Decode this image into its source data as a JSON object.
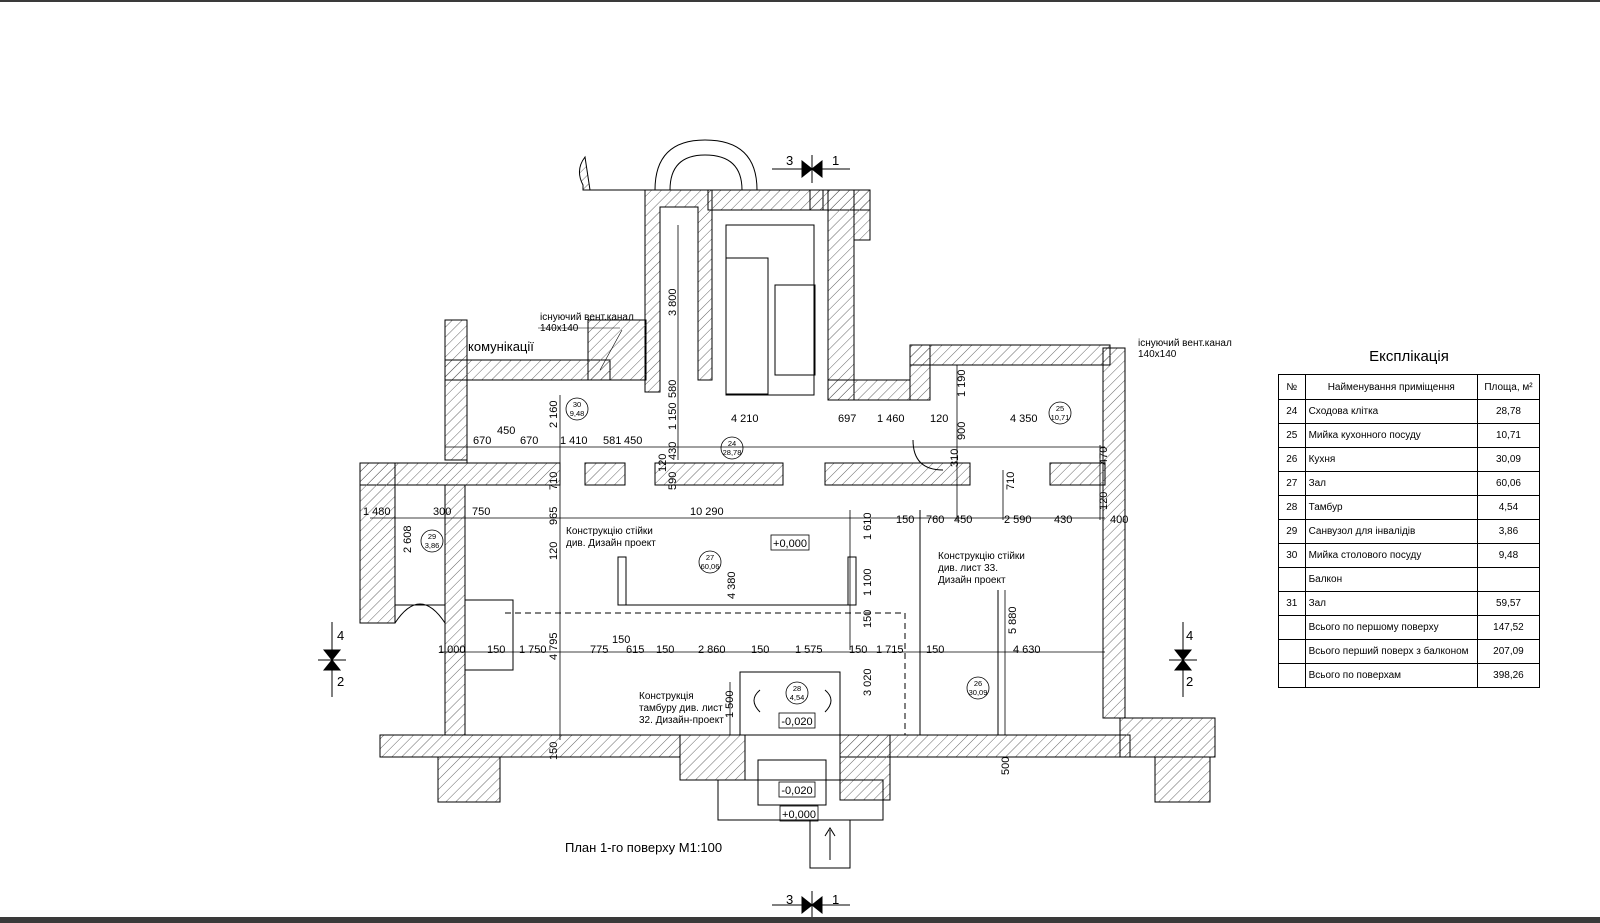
{
  "dimensions": {
    "top": [
      "670",
      "450",
      "670",
      "1 410",
      "581",
      "450",
      "4 210",
      "697",
      "1 460",
      "120",
      "4 350"
    ],
    "vertical": [
      "3 800",
      "580",
      "2 160",
      "1 150",
      "430",
      "120",
      "590",
      "710",
      "965",
      "120",
      "1 190",
      "900",
      "310",
      "710",
      "470",
      "120",
      "1 610",
      "1 100",
      "150",
      "3 020",
      "1 500",
      "4 380",
      "4 795",
      "5 880",
      "500",
      "150",
      "2 608"
    ],
    "row_10290": [
      "1 480",
      "300",
      "750",
      "10 290",
      "150",
      "760",
      "450",
      "2 590",
      "430",
      "400"
    ],
    "row_bottom": [
      "1 000",
      "150",
      "1 750",
      "775",
      "615",
      "150",
      "2 860",
      "150",
      "1 575",
      "150",
      "1 715",
      "150",
      "4 630",
      "150"
    ]
  },
  "rooms": [
    {
      "num": "30",
      "area": "9,48"
    },
    {
      "num": "24",
      "area": "28,78"
    },
    {
      "num": "25",
      "area": "10,71"
    },
    {
      "num": "29",
      "area": "3,86"
    },
    {
      "num": "27",
      "area": "60,06"
    },
    {
      "num": "28",
      "area": "4,54"
    },
    {
      "num": "26",
      "area": "30,09"
    }
  ],
  "levels": [
    "+0,000",
    "-0,020",
    "-0,020",
    "+0,000"
  ],
  "annotations": {
    "vent1": "існуючий вент.канал",
    "vent1_size": "140x140",
    "vent2": "існуючий вент.канал",
    "vent2_size": "140x140",
    "komunikatsii": "комунікації",
    "column1_l1": "Конструкцію стійки",
    "column1_l2": "див. Дизайн проект",
    "column2_l1": "Конструкцію стійки",
    "column2_l2": "див. лист 33.",
    "column2_l3": "Дизайн проект",
    "tambur_l1": "Конструкція",
    "tambur_l2": "тамбуру див. лист",
    "tambur_l3": "32. Дизайн-проект"
  },
  "section_marks": {
    "top_left": "3",
    "top_right": "1",
    "bottom_left": "3",
    "bottom_right": "1",
    "left_top": "4",
    "left_bottom": "2",
    "right_top": "4",
    "right_bottom": "2"
  },
  "plan_title": "План 1-го поверху М1:100",
  "explication": {
    "title": "Експлікація",
    "headers": [
      "№",
      "Найменування приміщення",
      "Площа, м²"
    ],
    "rows": [
      [
        "24",
        "Сходова клітка",
        "28,78"
      ],
      [
        "25",
        "Мийка кухонного посуду",
        "10,71"
      ],
      [
        "26",
        "Кухня",
        "30,09"
      ],
      [
        "27",
        "Зал",
        "60,06"
      ],
      [
        "28",
        "Тамбур",
        "4,54"
      ],
      [
        "29",
        "Санвузол для інвалідів",
        "3,86"
      ],
      [
        "30",
        "Мийка столового посуду",
        "9,48"
      ],
      [
        "",
        "Балкон",
        ""
      ],
      [
        "31",
        "Зал",
        "59,57"
      ],
      [
        "",
        "Всього по першому поверху",
        "147,52"
      ],
      [
        "",
        "Всього перший поверх з балконом",
        "207,09"
      ],
      [
        "",
        "Всього по поверхам",
        "398,26"
      ]
    ]
  },
  "colors": {
    "line": "#000000",
    "hatch": "#555555",
    "frame": "#3a3a3a"
  }
}
